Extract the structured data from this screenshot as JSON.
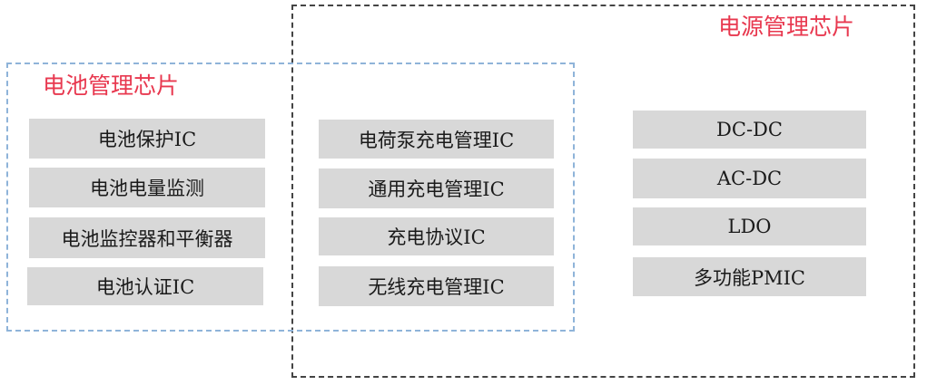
{
  "power_group": {
    "title": "电源管理芯片",
    "items": [
      "DC-DC",
      "AC-DC",
      "LDO",
      "多功能PMIC"
    ]
  },
  "battery_group": {
    "title": "电池管理芯片",
    "items": [
      "电池保护IC",
      "电池电量监测",
      "电池监控器和平衡器",
      "电池认证IC"
    ]
  },
  "shared_items": [
    "电荷泵充电管理IC",
    "通用充电管理IC",
    "充电协议IC",
    "无线充电管理IC"
  ],
  "colors": {
    "title": "#e8384f",
    "box_fill": "#d8d8d8",
    "power_border": "#444444",
    "battery_border": "#8fb4d9"
  }
}
